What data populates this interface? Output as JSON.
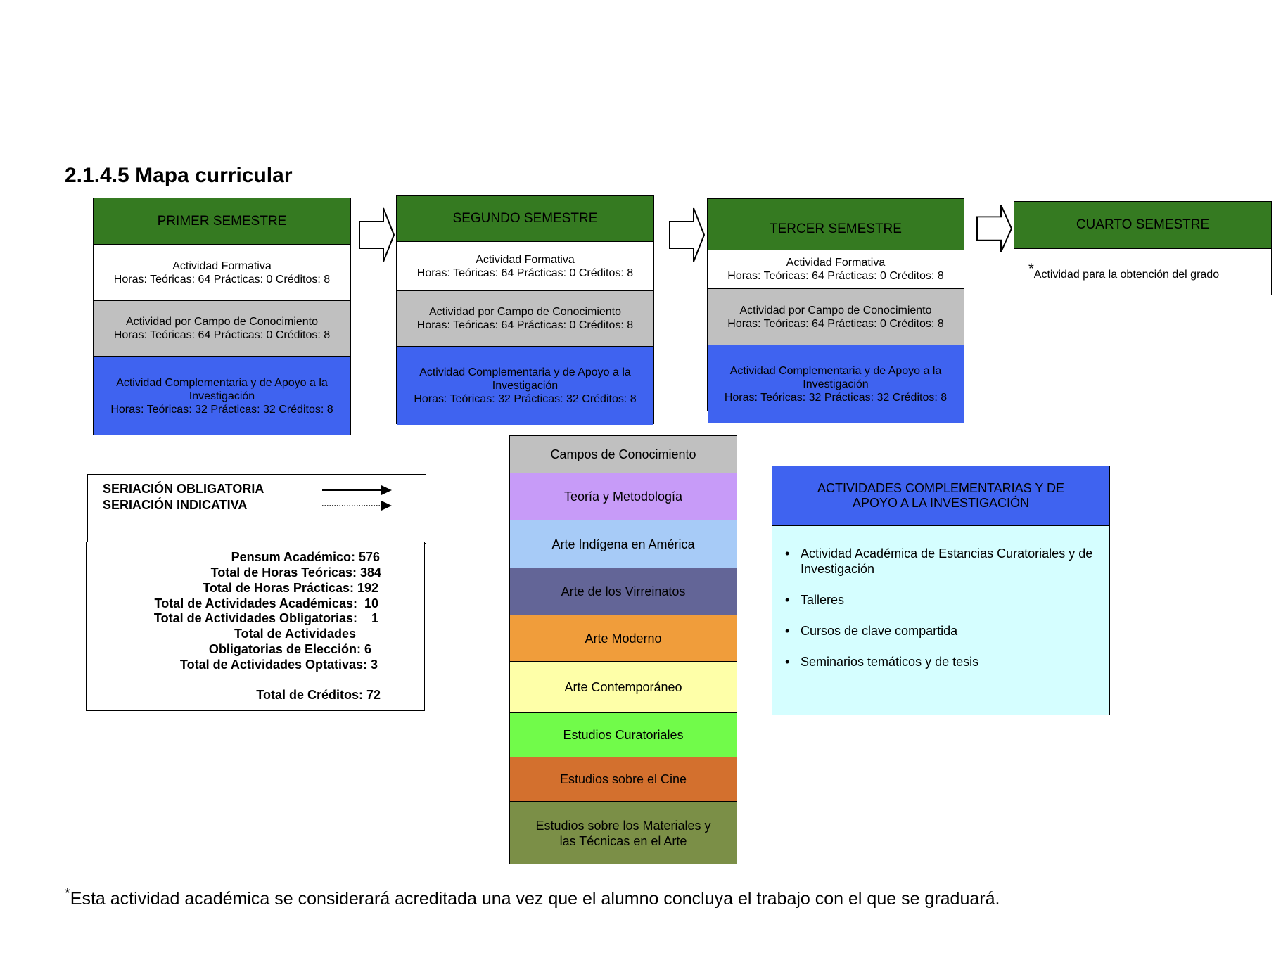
{
  "title": "2.1.4.5 Mapa curricular",
  "semesters": [
    {
      "name": "PRIMER SEMESTRE",
      "rows": [
        {
          "l1": "Actividad Formativa",
          "l2": "",
          "l3": "Horas: Teóricas: 64  Prácticas: 0  Créditos: 8"
        },
        {
          "l1": "Actividad por Campo de Conocimiento",
          "l2": "",
          "l3": "Horas: Teóricas: 64 Prácticas: 0 Créditos: 8"
        },
        {
          "l1": "Actividad Complementaria y de Apoyo a la",
          "l2": "Investigación",
          "l3": "Horas: Teóricas: 32 Prácticas: 32 Créditos: 8"
        }
      ]
    },
    {
      "name": "SEGUNDO SEMESTRE",
      "rows": [
        {
          "l1": "Actividad Formativa",
          "l2": "",
          "l3": "Horas: Teóricas: 64  Prácticas: 0  Créditos: 8"
        },
        {
          "l1": "Actividad por Campo de Conocimiento",
          "l2": "",
          "l3": "Horas: Teóricas: 64 Prácticas: 0 Créditos: 8"
        },
        {
          "l1": "Actividad  Complementaria y de Apoyo a la",
          "l2": "Investigación",
          "l3": "Horas: Teóricas: 32 Prácticas: 32 Créditos: 8"
        }
      ]
    },
    {
      "name": "TERCER SEMESTRE",
      "rows": [
        {
          "l1": "Actividad Formativa",
          "l2": "",
          "l3": "Horas: Teóricas: 64  Prácticas: 0  Créditos: 8"
        },
        {
          "l1": "Actividad por Campo de Conocimiento",
          "l2": "",
          "l3": "Horas: Teóricas: 64 Prácticas: 0 Créditos: 8"
        },
        {
          "l1": "Actividad Complementaria y de Apoyo a la",
          "l2": "Investigación",
          "l3": "Horas: Teóricas: 32 Prácticas: 32 Créditos: 8"
        }
      ]
    },
    {
      "name": "CUARTO SEMESTRE",
      "note_star": "*",
      "note": "Actividad para la obtención del grado"
    }
  ],
  "legend": {
    "mandatory": "SERIACIÓN OBLIGATORIA",
    "indicative": "SERIACIÓN INDICATIVA"
  },
  "totals": [
    "Pensum Académico: 576",
    "Total de Horas Teóricas: 384",
    "Total de Horas Prácticas: 192",
    "Total de Actividades Académicas:  10",
    "Total de Actividades Obligatorias:    1",
    "Total de Actividades",
    "Obligatorias de Elección: 6",
    "Total de Actividades Optativas: 3",
    "Total de Créditos: 72"
  ],
  "fields": {
    "header": "Campos de Conocimiento",
    "items": [
      {
        "label": "Teoría y Metodología",
        "color": "#c79bf8"
      },
      {
        "label": "Arte Indígena en América",
        "color": "#a7cbf7"
      },
      {
        "label": "Arte de los Virreinatos",
        "color": "#636597"
      },
      {
        "label": "Arte Moderno",
        "color": "#f09d3b"
      },
      {
        "label": "Arte Contemporáneo",
        "color": "#feffa8"
      },
      {
        "label": "Estudios Curatoriales",
        "color": "#71fb4a"
      },
      {
        "label": "Estudios sobre el Cine",
        "color": "#d3702e"
      },
      {
        "label": "Estudios sobre los Materiales y las Técnicas en el Arte",
        "color": "#7b8f47"
      }
    ]
  },
  "complementary": {
    "header": "ACTIVIDADES COMPLEMENTARIAS Y DE APOYO A LA INVESTIGACIÓN",
    "items": [
      "Actividad Académica de Estancias Curatoriales y de Investigación",
      "Talleres",
      "Cursos de clave compartida",
      "Seminarios temáticos y de tesis"
    ]
  },
  "footnote_star": "*",
  "footnote": "Esta actividad académica se considerará acreditada una vez que el alumno concluya el trabajo con el que se graduará."
}
